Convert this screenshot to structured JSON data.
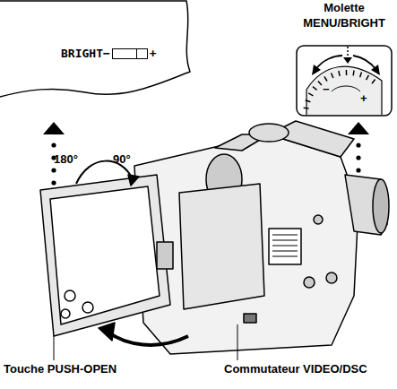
{
  "diagram": {
    "nodes": [
      {
        "text": [
          "BRIGHT−",
          "+"
        ]
      },
      {
        "text": [
          "Molette MENU/BRIGHT",
          "−",
          "+"
        ]
      }
    ],
    "labels": [
      "180°",
      "90°",
      "Touche PUSH-OPEN",
      "Commutateur VIDEO/DSC"
    ]
  }
}
